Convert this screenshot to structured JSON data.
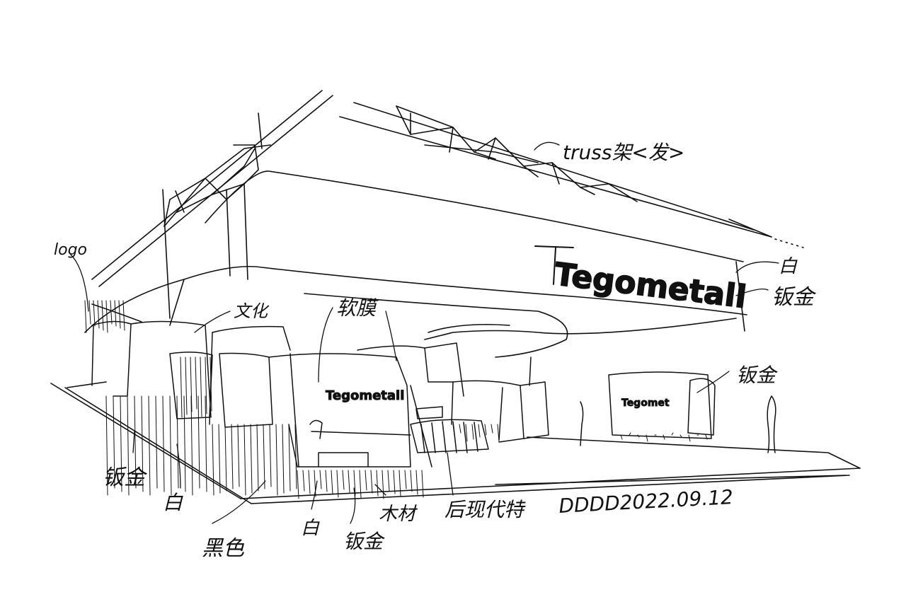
{
  "sketch": {
    "annotations": {
      "truss": "truss架<发>",
      "logo": "logo",
      "wenhua": "文化",
      "ruanmo": "软膜",
      "bai_right": "白",
      "banjin_right": "钣金",
      "banjin_right2": "钣金",
      "banjin_left": "钣金",
      "bai_left": "白",
      "heise": "黑色",
      "bai_bottom": "白",
      "banjin_bottom": "钣金",
      "mucai": "木材",
      "houxian": "后现代特",
      "signature": "DDDD2022.09.12"
    },
    "signage": {
      "header_brand": "Tegometall",
      "booth_brand": "Tegometall",
      "wall_brand": "Tegomet"
    },
    "ink_color": "#111111"
  }
}
